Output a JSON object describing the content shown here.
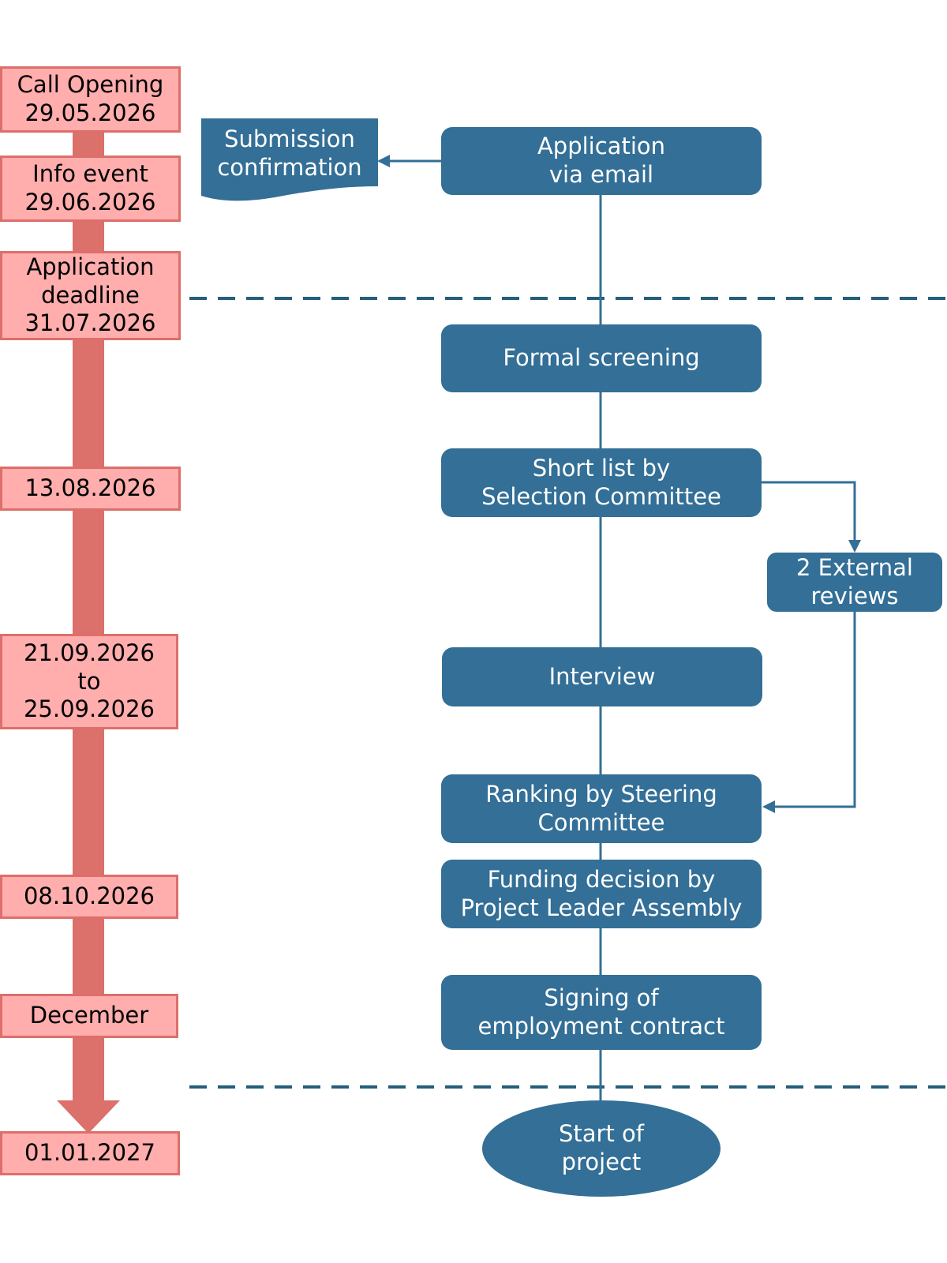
{
  "colors": {
    "timeline_fill": "#ffadad",
    "timeline_border": "#dd6f6b",
    "timeline_arrow": "#dc706b",
    "process_fill": "#336f96",
    "process_text": "#ffffff",
    "connector": "#336f96",
    "divider": "#255f7a"
  },
  "timeline": {
    "call_opening": "Call Opening\n29.05.2026",
    "info_event": "Info event\n29.06.2026",
    "application_deadline": "Application\ndeadline\n31.07.2026",
    "shortlist_date": "13.08.2026",
    "interview_period": "21.09.2026\nto\n25.09.2026",
    "decision_date": "08.10.2026",
    "contract_period": "December",
    "project_start_date": "01.01.2027"
  },
  "process": {
    "submission_confirmation": "Submission\nconfirmation",
    "application": "Application\nvia email",
    "formal_screening": "Formal screening",
    "short_list": "Short list by\nSelection Committee",
    "external_reviews": "2 External\nreviews",
    "interview": "Interview",
    "ranking": "Ranking by Steering\nCommittee",
    "funding_decision": "Funding decision by\nProject Leader Assembly",
    "contract_signing": "Signing of\nemployment contract",
    "project_start": "Start of\nproject"
  }
}
